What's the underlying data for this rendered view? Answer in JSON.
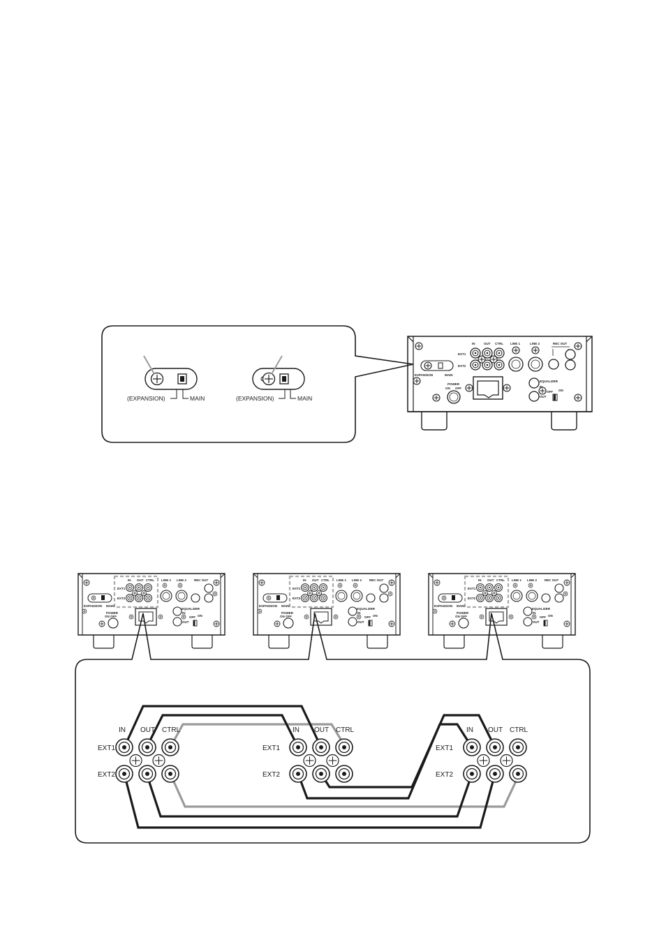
{
  "switch_detail": {
    "expansion_label": "(EXPANSION)",
    "main_label": "MAIN"
  },
  "rear_panel": {
    "col_in": "IN",
    "col_out": "OUT",
    "col_ctrl": "CTRL",
    "row_ext1": "EXT1",
    "row_ext2": "EXT2",
    "line1": "LINE 1",
    "line2": "LINE 2",
    "rec_out": "REC OUT",
    "switch_expansion": "EXPANSION",
    "switch_main": "MAIN",
    "power": "POWER",
    "power_on": "ON",
    "power_off": "OFF",
    "equalizer": "EQUALIZER",
    "eq_in": "IN",
    "eq_out": "OUT",
    "eq_off": "OFF",
    "eq_on": "ON"
  },
  "connection_detail": {
    "groups": [
      {
        "col_in": "IN",
        "col_out": "OUT",
        "col_ctrl": "CTRL",
        "row_ext1": "EXT1",
        "row_ext2": "EXT2"
      },
      {
        "col_in": "IN",
        "col_out": "OUT",
        "col_ctrl": "CTRL",
        "row_ext1": "EXT1",
        "row_ext2": "EXT2"
      },
      {
        "col_in": "IN",
        "col_out": "OUT",
        "col_ctrl": "CTRL",
        "row_ext1": "EXT1",
        "row_ext2": "EXT2"
      }
    ]
  },
  "colors": {
    "line": "#1a1a1a",
    "cable_gray": "#9a9a9a",
    "dash_gray": "#aaaaaa"
  }
}
